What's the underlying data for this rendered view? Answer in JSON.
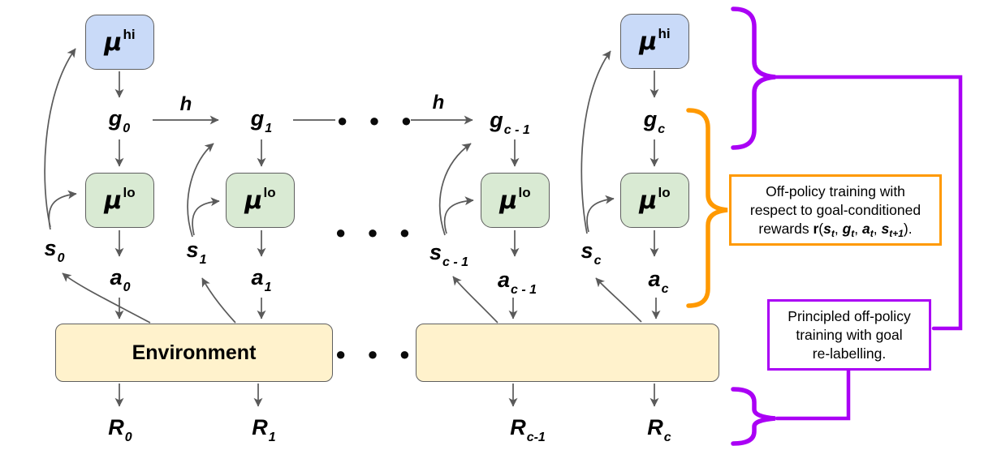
{
  "diagram": {
    "mu_hi": {
      "base": "μ",
      "sup": "hi"
    },
    "mu_lo": {
      "base": "μ",
      "sup": "lo"
    },
    "environment": "Environment",
    "h": "h",
    "ellipsis": "● ● ●",
    "goals": [
      {
        "base": "g",
        "sub": "0"
      },
      {
        "base": "g",
        "sub": "1"
      },
      {
        "base": "g",
        "sub": "c - 1"
      },
      {
        "base": "g",
        "sub": "c"
      }
    ],
    "states": [
      {
        "base": "s",
        "sub": "0"
      },
      {
        "base": "s",
        "sub": "1"
      },
      {
        "base": "s",
        "sub": "c - 1"
      },
      {
        "base": "s",
        "sub": "c"
      }
    ],
    "actions": [
      {
        "base": "a",
        "sub": "0"
      },
      {
        "base": "a",
        "sub": "1"
      },
      {
        "base": "a",
        "sub": "c - 1"
      },
      {
        "base": "a",
        "sub": "c"
      }
    ],
    "rewards": [
      {
        "base": "R",
        "sub": "0"
      },
      {
        "base": "R",
        "sub": "1"
      },
      {
        "base": "R",
        "sub": "c-1"
      },
      {
        "base": "R",
        "sub": "c"
      }
    ]
  },
  "annotations": {
    "orange_note": {
      "line1": "Off-policy training with",
      "line2": "respect to goal-conditioned",
      "prefix": "rewards ",
      "func": "r",
      "open": "(",
      "sep": ", ",
      "args": [
        {
          "base": "s",
          "sub": "t"
        },
        {
          "base": "g",
          "sub": "t"
        },
        {
          "base": "a",
          "sub": "t"
        },
        {
          "base": "s",
          "sub": "t+1"
        }
      ],
      "close": ")."
    },
    "purple_note": {
      "line1": "Principled off-policy",
      "line2": "training with goal",
      "line3": "re-labelling."
    }
  },
  "colors": {
    "hi_fill": "#c9daf8",
    "lo_fill": "#d9ead3",
    "env_fill": "#fff2cc",
    "box_border": "#5f5f5f",
    "arrow": "#5a5a5a",
    "orange": "#ff9900",
    "purple": "#aa00f5"
  }
}
